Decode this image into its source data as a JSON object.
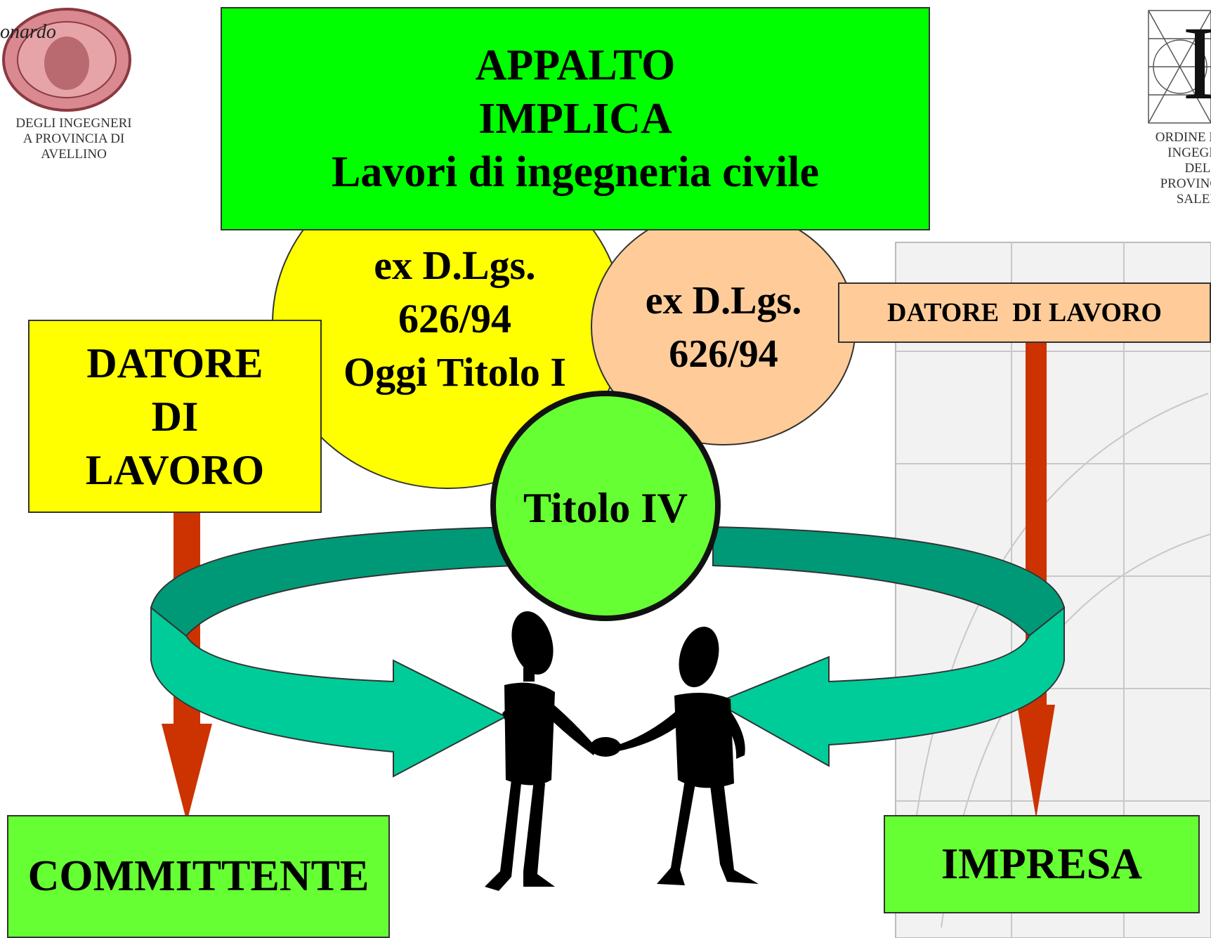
{
  "header": {
    "title_lines": [
      "APPALTO",
      "IMPLICA",
      "Lavori di ingegneria civile"
    ]
  },
  "logo_left": {
    "signature": "onardo",
    "caption_lines": [
      "DEGLI INGEGNERI",
      "A PROVINCIA DI",
      "AVELLINO"
    ]
  },
  "logo_right": {
    "letter": "I",
    "caption_lines": [
      "ORDINE D",
      "INGEGN",
      "DELL",
      "PROVINC",
      "SALER"
    ]
  },
  "circles": {
    "yellow_lines": [
      "ex D.Lgs.",
      "626/94",
      "Oggi Titolo I"
    ],
    "peach_lines": [
      "ex D.Lgs.",
      "626/94"
    ],
    "center_label": "Titolo IV"
  },
  "boxes": {
    "left_datore_lines": [
      "DATORE",
      "DI",
      "LAVORO"
    ],
    "right_datore": "DATORE  DI LAVORO",
    "committente": "COMMITTENTE",
    "impresa": "IMPRESA"
  },
  "colors": {
    "header_green": "#00ff00",
    "light_green": "#66ff33",
    "yellow": "#ffff00",
    "peach": "#ffcc99",
    "teal": "#00cc99",
    "dark_teal": "#009977",
    "arrow_red": "#cc3300"
  }
}
